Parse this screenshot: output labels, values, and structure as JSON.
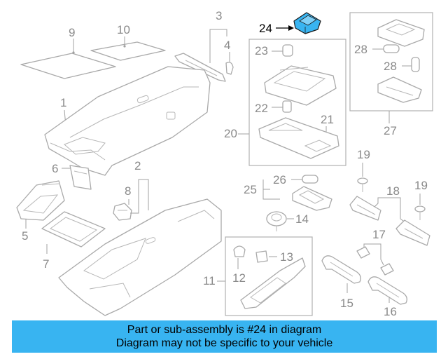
{
  "diagram": {
    "highlight_color": "#38b4f1",
    "labels": {
      "n1": "1",
      "n2": "2",
      "n3": "3",
      "n4": "4",
      "n5": "5",
      "n6": "6",
      "n7": "7",
      "n8": "8",
      "n9": "9",
      "n10": "10",
      "n11": "11",
      "n12": "12",
      "n13": "13",
      "n14": "14",
      "n15": "15",
      "n16": "16",
      "n17": "17",
      "n18": "18",
      "n19a": "19",
      "n19b": "19",
      "n20": "20",
      "n21": "21",
      "n22": "22",
      "n23": "23",
      "n24": "24",
      "n25": "25",
      "n26": "26",
      "n27": "27",
      "n28a": "28",
      "n28b": "28"
    }
  },
  "caption": {
    "line1": "Part or sub-assembly is #24 in diagram",
    "line2": "Diagram may not be specific to your vehicle",
    "background": "#38b4f1"
  }
}
